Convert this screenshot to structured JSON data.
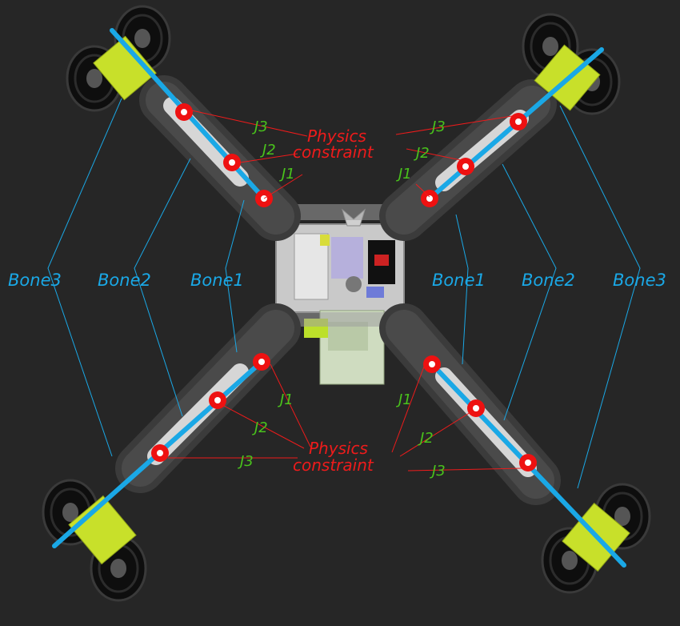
{
  "labels": {
    "bone1": "Bone1",
    "bone2": "Bone2",
    "bone3": "Bone3",
    "j1": "J1",
    "j2": "J2",
    "j3": "J3",
    "physics_line1": "Physics",
    "physics_line2": "constraint"
  },
  "colors": {
    "background": "#262626",
    "bone": "#1aa8e6",
    "joint": "#ee1111",
    "joint_label": "#49c21c",
    "physics": "#ee1b1b",
    "motor": "#c8e02a"
  }
}
